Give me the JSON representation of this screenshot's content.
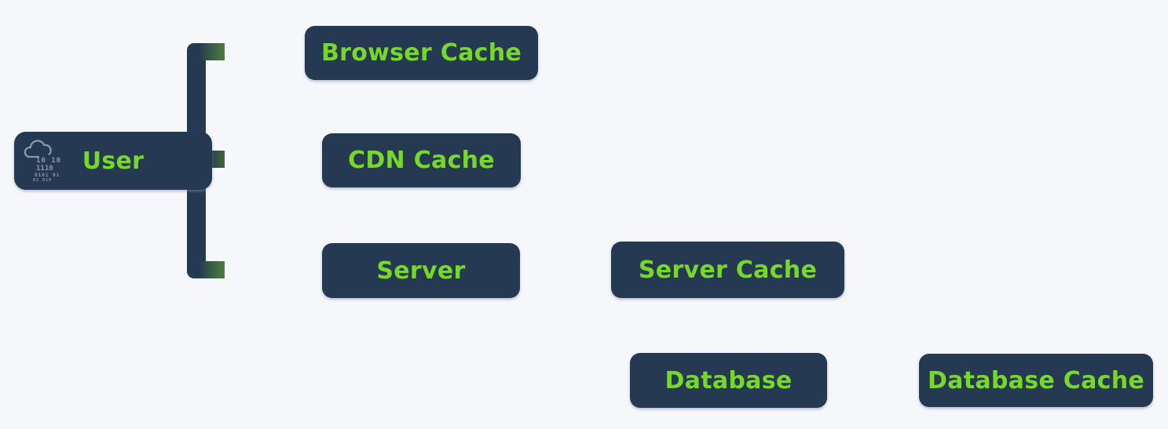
{
  "diagram": {
    "title": "caching-architecture-diagram",
    "background_color": "#f5f7fa",
    "node_color": "#263952",
    "label_color": "#77d829",
    "connector_color": "#263952",
    "connector_tip_color": "#4d7a3e",
    "icon_color": "#8b96aa"
  },
  "nodes": {
    "user": {
      "label": "User",
      "icon": "cloud-binary-icon"
    },
    "browser_cache": {
      "label": "Browser Cache"
    },
    "cdn_cache": {
      "label": "CDN Cache"
    },
    "server": {
      "label": "Server"
    },
    "server_cache": {
      "label": "Server Cache"
    },
    "database": {
      "label": "Database"
    },
    "database_cache": {
      "label": "Database Cache"
    }
  },
  "connections": {
    "from": "User",
    "to": [
      "Browser Cache",
      "CDN Cache",
      "Server"
    ]
  },
  "user_icon": {
    "binary_rows": [
      "10 10",
      "1110",
      "0101 01",
      "01 010"
    ]
  }
}
